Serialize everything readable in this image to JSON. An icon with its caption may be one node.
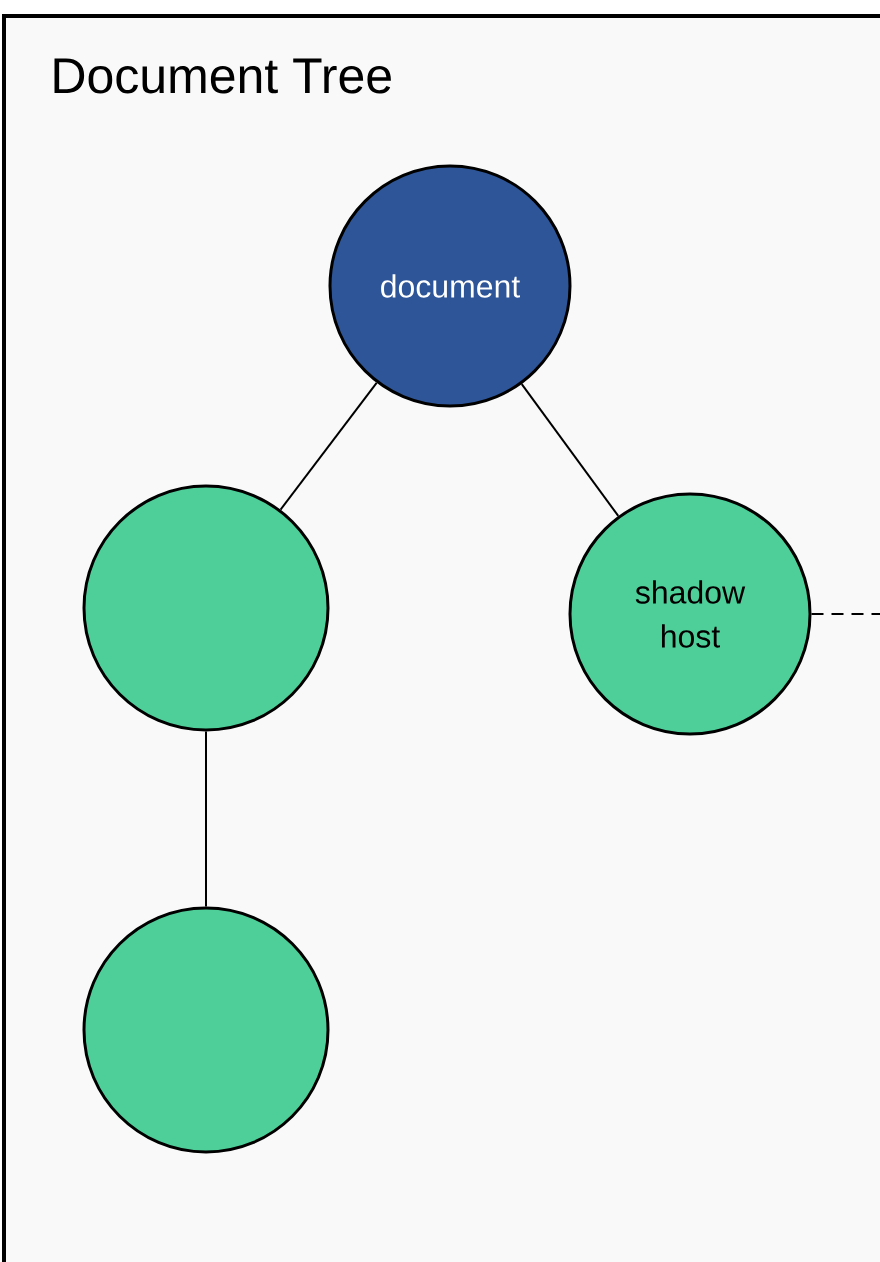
{
  "diagram": {
    "nodes": [
      {
        "text": [
          "Document Tree"
        ]
      },
      {
        "text": [
          "document"
        ],
        "in": 0
      },
      {
        "text": [],
        "shape": "circle",
        "in": 0
      },
      {
        "text": [
          "shadow host"
        ],
        "in": 0
      },
      {
        "text": [],
        "shape": "circle",
        "in": 0
      }
    ],
    "edges": [
      {
        "from": 1,
        "to": 2,
        "arrow": "none"
      },
      {
        "from": 1,
        "to": 3,
        "arrow": "none"
      },
      {
        "from": 2,
        "to": 4,
        "arrow": "none"
      },
      {
        "from": 3,
        "to": null,
        "arrow": "none",
        "style": "dashed"
      }
    ]
  }
}
